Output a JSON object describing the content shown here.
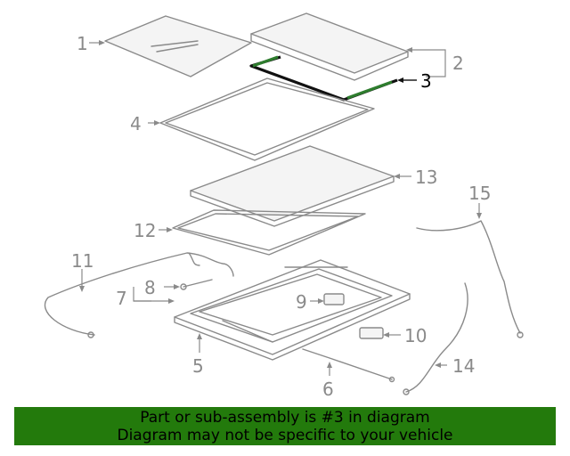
{
  "diagram": {
    "callouts": {
      "c1": "1",
      "c2": "2",
      "c3": "3",
      "c4": "4",
      "c5": "5",
      "c6": "6",
      "c7": "7",
      "c8": "8",
      "c9": "9",
      "c10": "10",
      "c11": "11",
      "c12": "12",
      "c13": "13",
      "c14": "14",
      "c15": "15"
    },
    "highlighted_part": "3",
    "colors": {
      "line": "#8a8a8a",
      "highlight": "#111111",
      "accent": "#2e7d2e"
    }
  },
  "banner": {
    "line1": "Part or sub-assembly is #3 in diagram",
    "line2": "Diagram may not be specific to your vehicle",
    "background": "#237a0c"
  }
}
